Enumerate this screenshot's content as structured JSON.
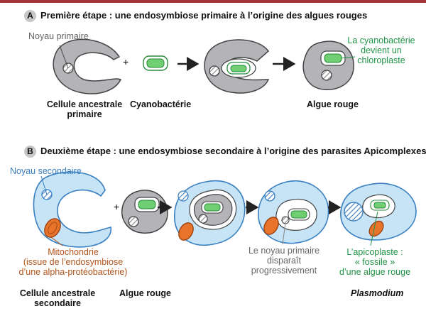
{
  "colors": {
    "top_bar": "#a3343a",
    "cell_gray": "#b3b3b8",
    "cell_blue": "#c6e4f6",
    "outline_blue": "#3a7fc0",
    "cyano_green": "#6fcf72",
    "mito_orange": "#e8742c",
    "label_green": "#219246",
    "label_brown": "#b2541a"
  },
  "section_a": {
    "badge": "A",
    "title": "Première étape : une endosymbiose primaire à l’origine des algues rouges",
    "plus": "+",
    "noyau_primaire": "Noyau primaire",
    "cellule_line1": "Cellule ancestrale",
    "cellule_line2": "primaire",
    "cyano": "Cyanobactérie",
    "algue": "Algue rouge",
    "chloro_line1": "La cyanobactérie",
    "chloro_line2": "devient un",
    "chloro_line3": "chloroplaste"
  },
  "section_b": {
    "badge": "B",
    "title": "Deuxième étape : une endosymbiose secondaire à l’origine des parasites Apicomplexes",
    "plus": "+",
    "noyau_secondaire": "Noyau secondaire",
    "mito_line1": "Mitochondrie",
    "mito_line2": "(issue de l’endosymbiose",
    "mito_line3": "d’une alpha-protéobactérie)",
    "noyau_disp_line1": "Le noyau primaire",
    "noyau_disp_line2": "disparaît",
    "noyau_disp_line3": "progressivement",
    "apico_line1": "L’apicoplaste :",
    "apico_line2": "« fossile »",
    "apico_line3": "d’une algue rouge",
    "cellule_line1": "Cellule ancestrale",
    "cellule_line2": "secondaire",
    "algue": "Algue rouge",
    "plasmodium": "Plasmodium"
  }
}
